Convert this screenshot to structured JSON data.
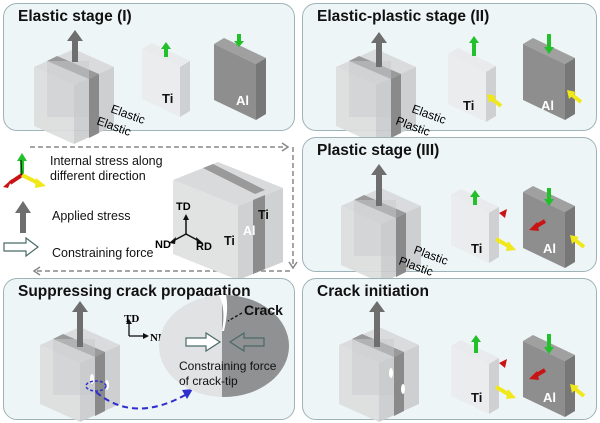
{
  "panels": {
    "elastic": {
      "title": "Elastic stage (I)",
      "label_ti_layer": "Elastic",
      "label_al_layer": "Elastic",
      "ti": "Ti",
      "al": "Al"
    },
    "elastic_plastic": {
      "title": "Elastic-plastic stage (II)",
      "label_ti_layer": "Elastic",
      "label_al_layer": "Plastic",
      "ti": "Ti",
      "al": "Al"
    },
    "plastic": {
      "title": "Plastic stage (III)",
      "label_ti_layer": "Plastic",
      "label_al_layer": "Plastic",
      "ti": "Ti",
      "al": "Al"
    },
    "crack_initiation": {
      "title": "Crack initiation",
      "ti": "Ti",
      "al": "Al"
    },
    "suppressing": {
      "title": "Suppressing crack propagation",
      "axis_td": "TD",
      "axis_nd": "ND",
      "crack_label": "Crack",
      "caption_line1": "Constraining force",
      "caption_line2": "of crack-tip"
    }
  },
  "legend": {
    "internal_stress_line1": "Internal stress along",
    "internal_stress_line2": "different direction",
    "applied_stress": "Applied stress",
    "constraining_force": "Constraining force"
  },
  "specimen": {
    "axis_td": "TD",
    "axis_nd": "ND",
    "axis_rd": "RD",
    "ti_left": "Ti",
    "al": "Al",
    "ti_right": "Ti"
  },
  "colors": {
    "panel_bg": "#eef5f6",
    "panel_border": "#9eb3b8",
    "green_arrow": "#22c02a",
    "red_arrow": "#c81414",
    "yellow_arrow": "#f0e81a",
    "grey_arrow": "#6e6e6e",
    "flow_arrow": "#888888",
    "crack_loop": "#2f2fd0"
  }
}
